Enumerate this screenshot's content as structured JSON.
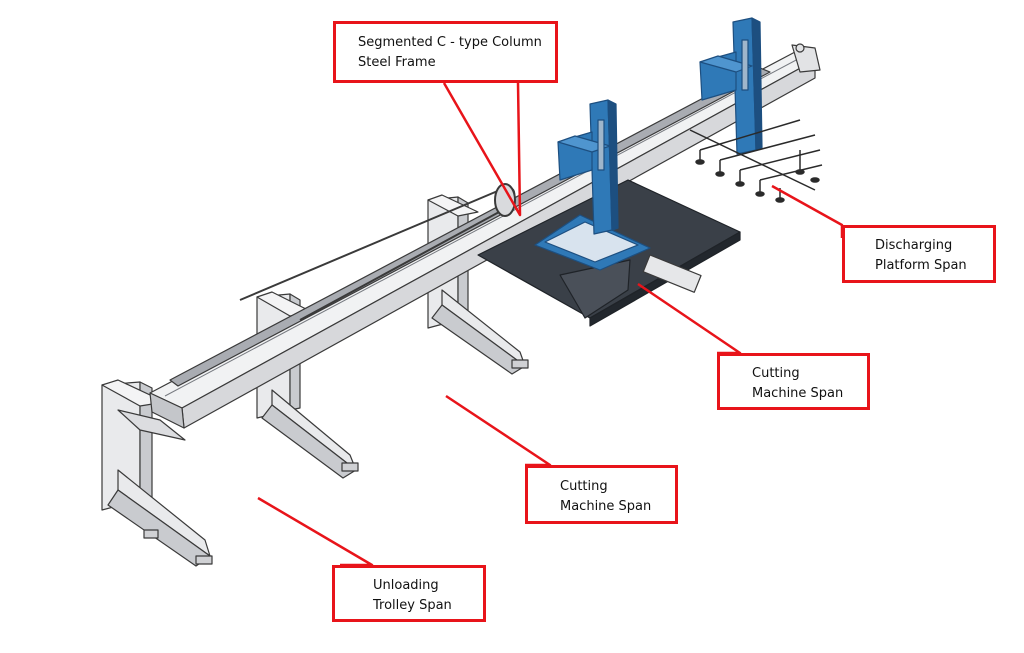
{
  "callouts": [
    {
      "id": "column-frame",
      "lines": [
        "Segmented C - type Column",
        "Steel Frame"
      ]
    },
    {
      "id": "discharging",
      "lines": [
        "Discharging",
        "Platform Span"
      ]
    },
    {
      "id": "cutting-upper",
      "lines": [
        "Cutting",
        "Machine Span"
      ]
    },
    {
      "id": "cutting-lower",
      "lines": [
        "Cutting",
        "Machine Span"
      ]
    },
    {
      "id": "unloading",
      "lines": [
        "Unloading",
        "Trolley Span"
      ]
    }
  ],
  "colors": {
    "callout_border": "#e8141a",
    "leader": "#e8141a",
    "frame_light": "#e9eaec",
    "frame_shade": "#c9cbcf",
    "outline": "#3a3a3a",
    "machine_blue": "#2f79b7",
    "machine_blue_dark": "#1d4f80",
    "grate": "#3a4048"
  }
}
